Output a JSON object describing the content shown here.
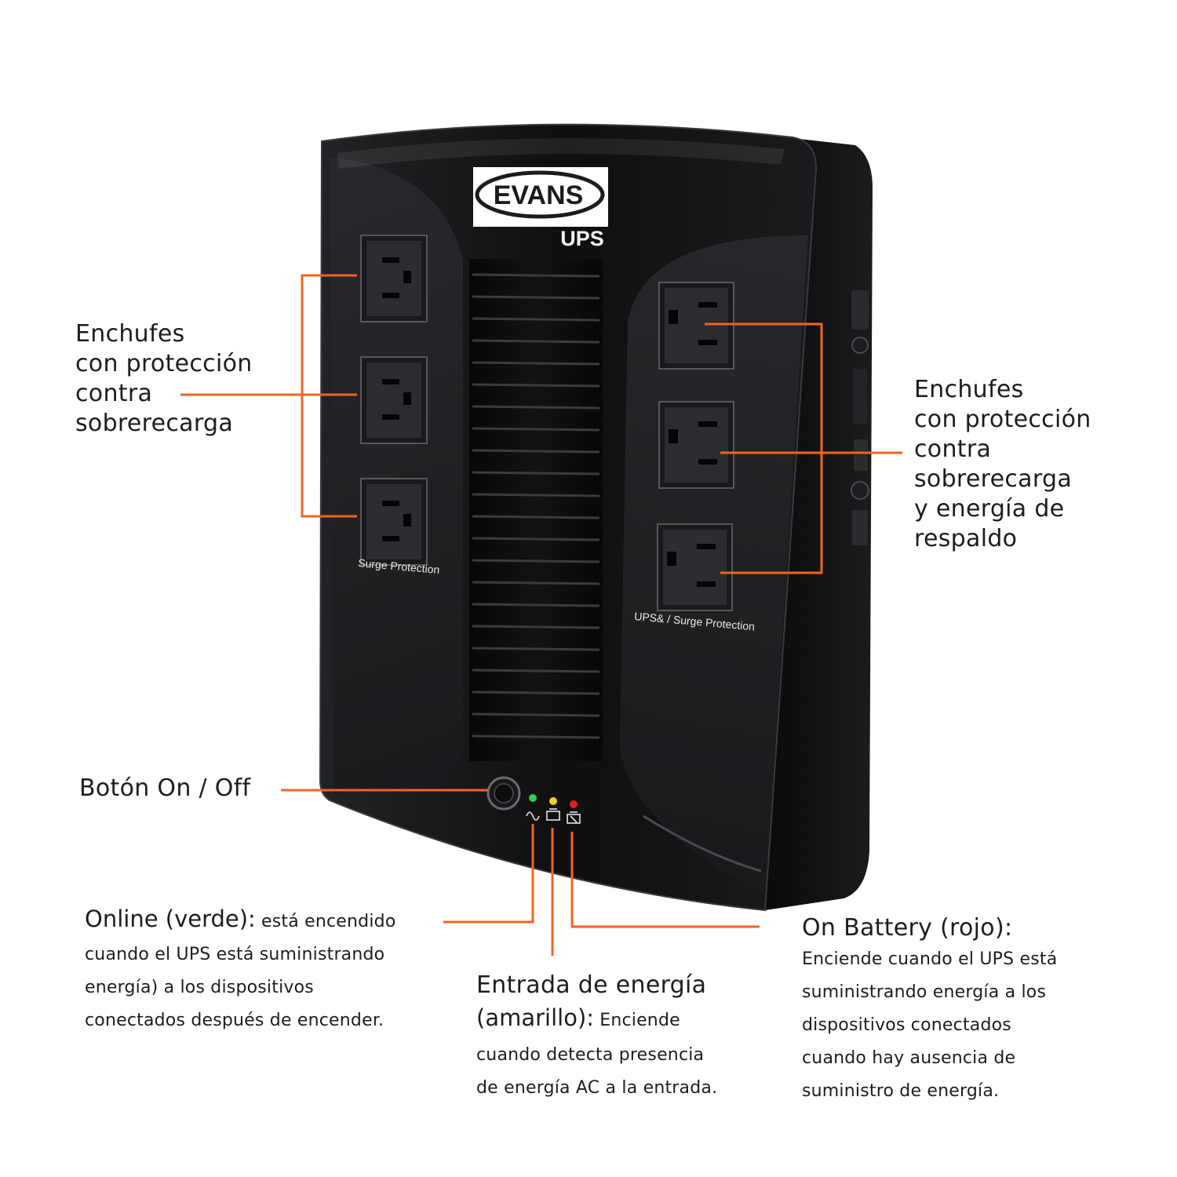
{
  "brand": {
    "name": "EVANS",
    "product": "UPS"
  },
  "device_labels": {
    "left_outlets": "Surge Protection",
    "right_outlets": "UPS& / Surge Protection"
  },
  "callouts": {
    "surge_outlets": {
      "text": "Enchufes\ncon protección\ncontra\nsobrerecarga"
    },
    "backup_outlets": {
      "text": "Enchufes\ncon protección\ncontra\nsobrerecarga\ny energía de\nrespaldo"
    },
    "power_button": {
      "text": "Botón On / Off"
    },
    "online_led": {
      "title": "Online (verde):",
      "description_first": " está encendido",
      "description_rest": "cuando el UPS está suministrando\nenergía) a los dispositivos\nconectados después de encender."
    },
    "input_led": {
      "title_line1": "Entrada de energía",
      "title_line2": "(amarillo):",
      "description_first": "  Enciende",
      "description_rest": "cuando detecta presencia\nde energía AC a la entrada."
    },
    "battery_led": {
      "title": "On Battery (rojo):",
      "description": "Enciende cuando el UPS está\nsuministrando energía a los\ndispositivos conectados\ncuando hay ausencia de\nsuministro de energía."
    }
  },
  "colors": {
    "leader_line": "#f06422",
    "led_online": "#2fd24a",
    "led_input": "#f2d21b",
    "led_battery": "#e3211b"
  }
}
